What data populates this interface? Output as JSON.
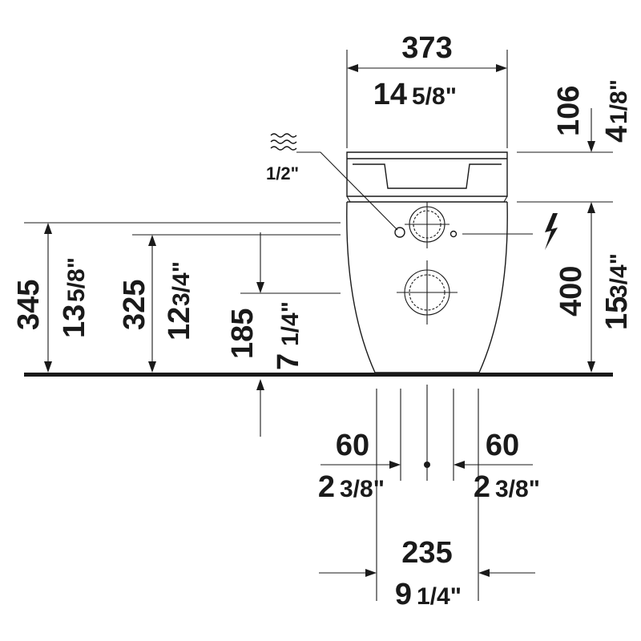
{
  "dimensions": {
    "width_top": {
      "mm": "373",
      "in_whole": "14",
      "in_frac": "5/8\""
    },
    "lid_height": {
      "mm": "106",
      "in_whole": "4",
      "in_frac": "1/8\""
    },
    "water_inlet": {
      "size": "1/2\""
    },
    "height_345": {
      "mm": "345",
      "in_whole": "13",
      "in_frac": "5/8\""
    },
    "height_325": {
      "mm": "325",
      "in_whole": "12",
      "in_frac": "3/4\""
    },
    "height_185": {
      "mm": "185",
      "in_whole": "7",
      "in_frac": "1/4\""
    },
    "height_400": {
      "mm": "400",
      "in_whole": "15",
      "in_frac": "3/4\""
    },
    "offset_left": {
      "mm": "60",
      "in_whole": "2",
      "in_frac": "3/8\""
    },
    "offset_right": {
      "mm": "60",
      "in_whole": "2",
      "in_frac": "3/8\""
    },
    "width_base": {
      "mm": "235",
      "in_whole": "9",
      "in_frac": "1/4\""
    }
  },
  "icons": {
    "water": "water-supply-icon",
    "electric": "electric-supply-icon"
  },
  "colors": {
    "ink": "#1a1a1a",
    "background": "#ffffff"
  }
}
